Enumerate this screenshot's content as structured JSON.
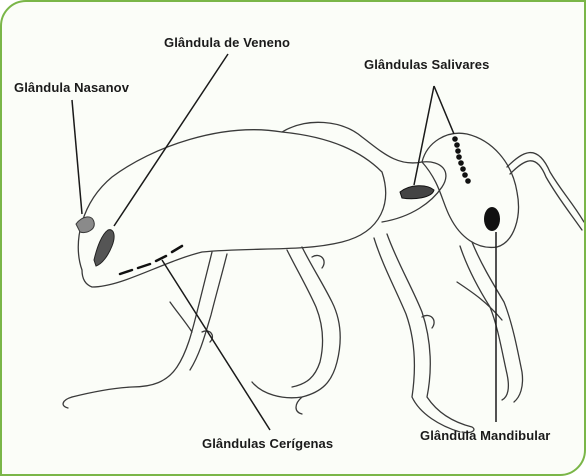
{
  "labels": {
    "nasanov": "Glândula Nasanov",
    "veneno": "Glândula de Veneno",
    "salivares": "Glândulas Salivares",
    "cerigenas": "Glândulas Cerígenas",
    "mandibular": "Glândula Mandibular"
  },
  "colors": {
    "frame_border": "#7ab648",
    "outline": "#3a3a3a",
    "gland_fill": "#555555",
    "gland_dark": "#111111"
  }
}
